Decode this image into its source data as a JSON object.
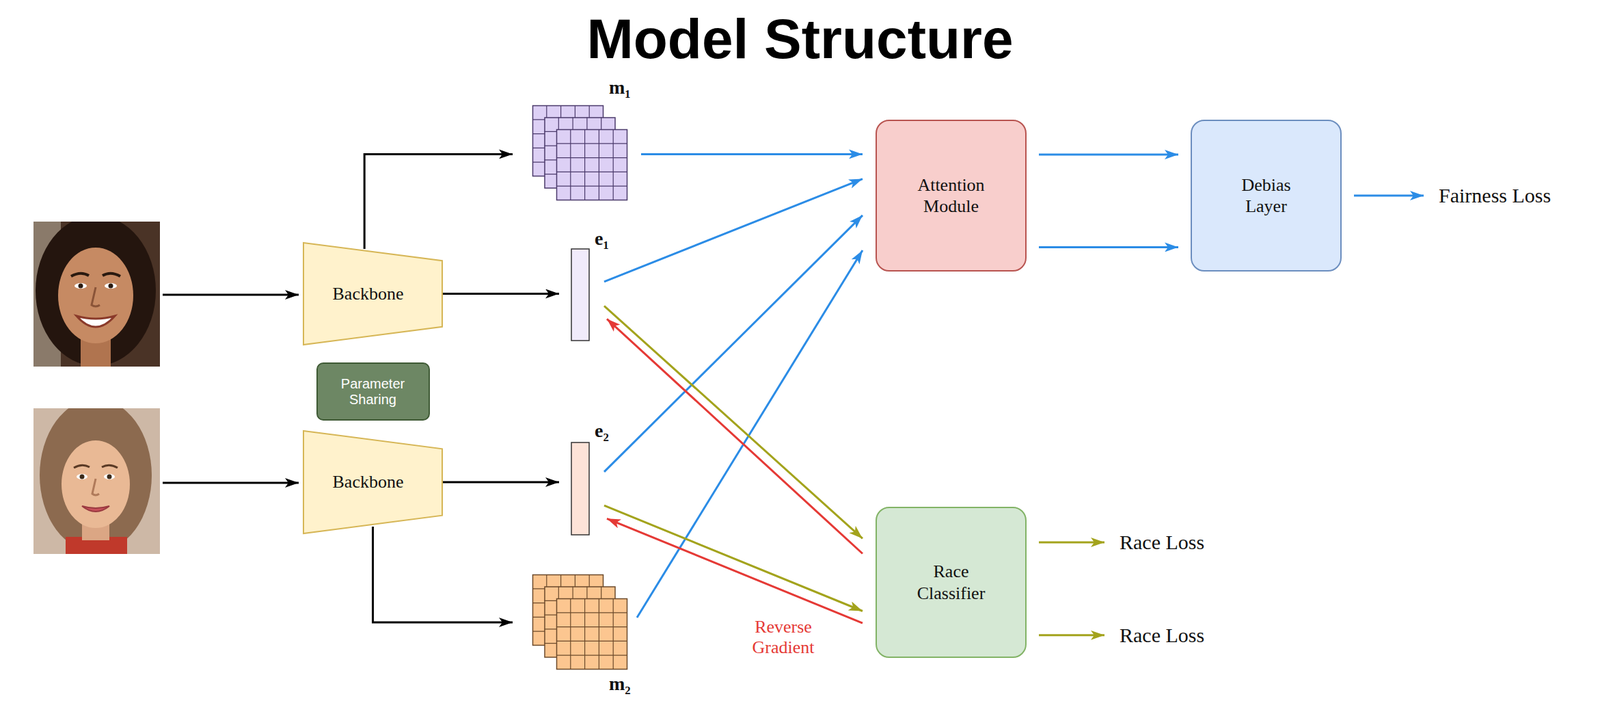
{
  "diagram": {
    "title": "Model Structure",
    "nodes": [
      {
        "text": [
          "Backbone"
        ]
      },
      {
        "text": [
          "m₁"
        ]
      },
      {
        "text": [
          "e₁"
        ]
      },
      {
        "text": [
          "Parameter Sharing"
        ]
      },
      {
        "text": [
          "Backbone"
        ]
      },
      {
        "text": [
          "e₂"
        ]
      },
      {
        "text": [
          "m₂"
        ]
      },
      {
        "text": [
          "Attention Module"
        ]
      },
      {
        "text": [
          "Debias Layer"
        ]
      },
      {
        "text": [
          "Fairness Loss"
        ]
      },
      {
        "text": [
          "Race Classifier"
        ]
      },
      {
        "text": [
          "Race Loss"
        ]
      },
      {
        "text": [
          "Race Loss"
        ]
      }
    ],
    "edges": [
      {
        "from": 0,
        "to": 1,
        "arrow": "to"
      },
      {
        "from": 0,
        "to": 2,
        "arrow": "to"
      },
      {
        "from": 4,
        "to": 5,
        "arrow": "to"
      },
      {
        "from": 4,
        "to": 6,
        "arrow": "to"
      },
      {
        "from": 1,
        "to": 7,
        "arrow": "to"
      },
      {
        "from": 2,
        "to": 7,
        "arrow": "to"
      },
      {
        "from": 5,
        "to": 7,
        "arrow": "to"
      },
      {
        "from": 6,
        "to": 7,
        "arrow": "to"
      },
      {
        "from": 7,
        "to": 8,
        "arrow": "to"
      },
      {
        "from": 7,
        "to": 8,
        "arrow": "to"
      },
      {
        "from": 8,
        "to": 9,
        "arrow": "to"
      },
      {
        "from": 2,
        "to": 10,
        "arrow": "to"
      },
      {
        "from": 10,
        "to": 2,
        "arrow": "to"
      },
      {
        "from": 5,
        "to": 10,
        "arrow": "to"
      },
      {
        "from": 10,
        "to": 5,
        "arrow": "to"
      },
      {
        "from": 10,
        "to": 11,
        "arrow": "to"
      },
      {
        "from": 10,
        "to": 12,
        "arrow": "to"
      }
    ],
    "labels": [
      "Reverse Gradient"
    ]
  }
}
